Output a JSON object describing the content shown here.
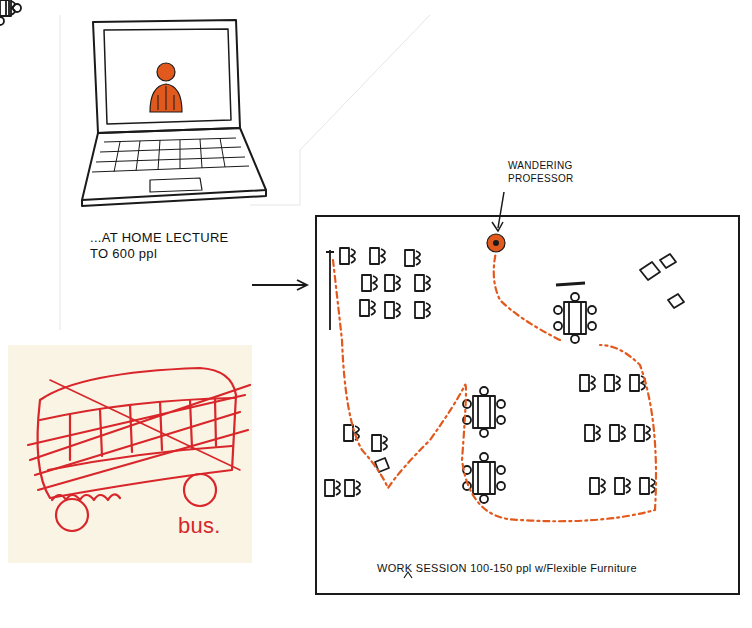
{
  "diagram": {
    "nodes": [
      {
        "text": [
          "...AT HOME LECTURE TO 600 ppl"
        ]
      },
      {
        "text": [
          "WORK SESSION 100-150 ppl w/Flexible Furniture"
        ]
      }
    ],
    "edges": [
      {
        "from": 0,
        "to": 1,
        "arrow": "to"
      }
    ],
    "labels": [
      "WANDERING PROFESSOR",
      "bus."
    ]
  }
}
